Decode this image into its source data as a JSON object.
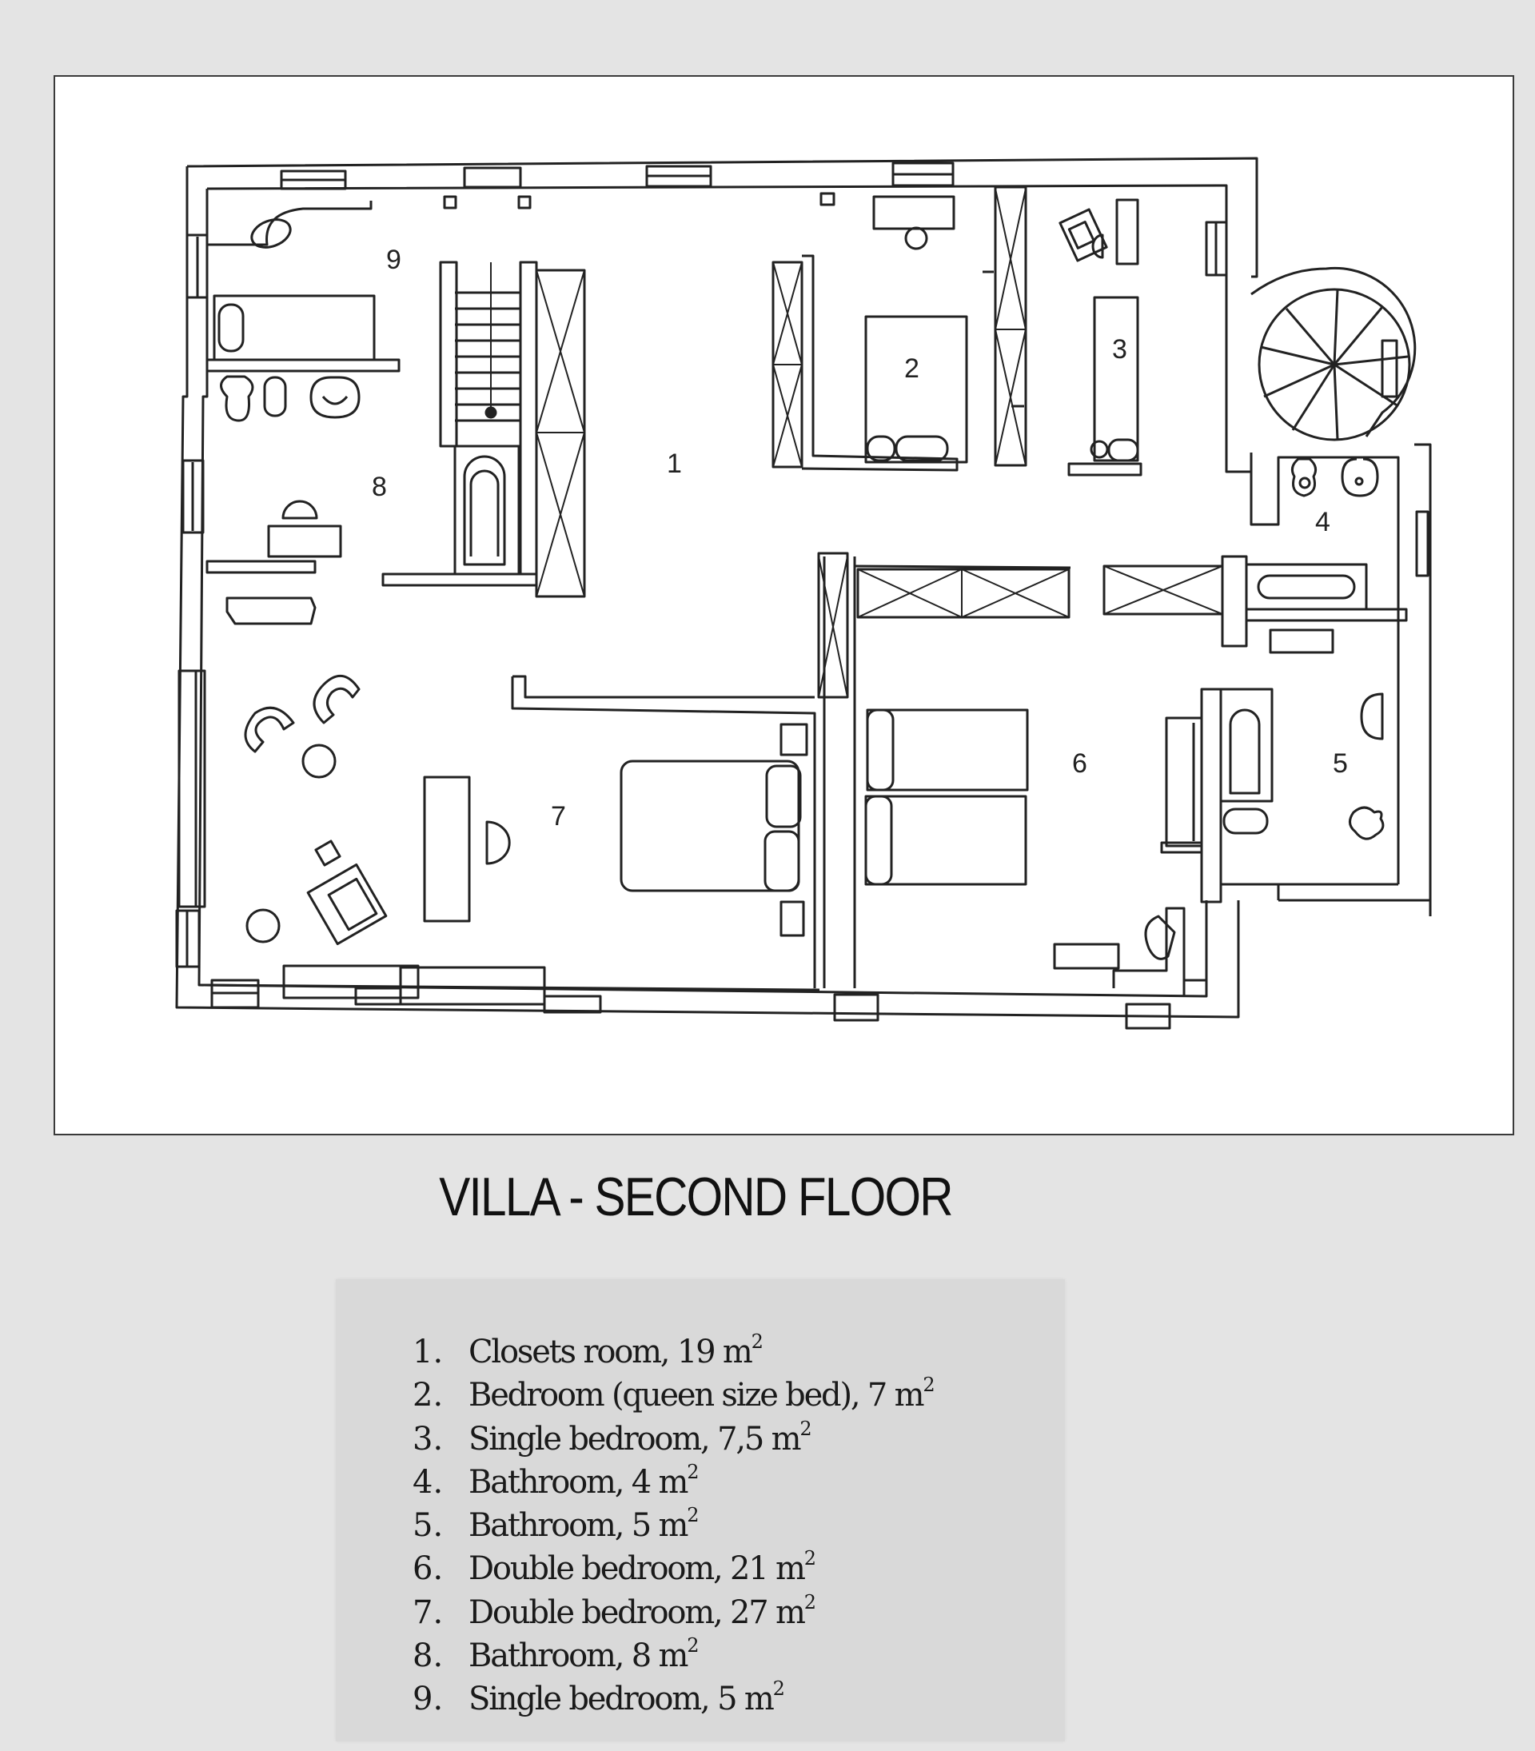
{
  "plan": {
    "room_labels": [
      "1",
      "2",
      "3",
      "4",
      "5",
      "6",
      "7",
      "8",
      "9"
    ]
  },
  "title": "VILLA - SECOND FLOOR",
  "legend": {
    "items": [
      {
        "number": "1.",
        "name": "Closets room",
        "area": "19",
        "unit": "m",
        "exponent": "2"
      },
      {
        "number": "2.",
        "name": "Bedroom (queen size bed)",
        "area": "7",
        "unit": "m",
        "exponent": "2"
      },
      {
        "number": "3.",
        "name": "Single bedroom",
        "area": "7,5",
        "unit": "m",
        "exponent": "2"
      },
      {
        "number": "4.",
        "name": "Bathroom",
        "area": "4",
        "unit": "m",
        "exponent": "2"
      },
      {
        "number": "5.",
        "name": "Bathroom",
        "area": "5",
        "unit": "m",
        "exponent": "2"
      },
      {
        "number": "6.",
        "name": "Double bedroom",
        "area": "21",
        "unit": "m",
        "exponent": "2"
      },
      {
        "number": "7.",
        "name": "Double bedroom",
        "area": "27",
        "unit": "m",
        "exponent": "2"
      },
      {
        "number": "8.",
        "name": "Bathroom",
        "area": "8",
        "unit": "m",
        "exponent": "2"
      },
      {
        "number": "9.",
        "name": "Single bedroom",
        "area": "5",
        "unit": "m",
        "exponent": "2"
      }
    ]
  },
  "colors": {
    "page_background": "#e4e4e4",
    "plan_background": "#ffffff",
    "legend_background": "#d9d9d9",
    "ink": "#222222"
  }
}
